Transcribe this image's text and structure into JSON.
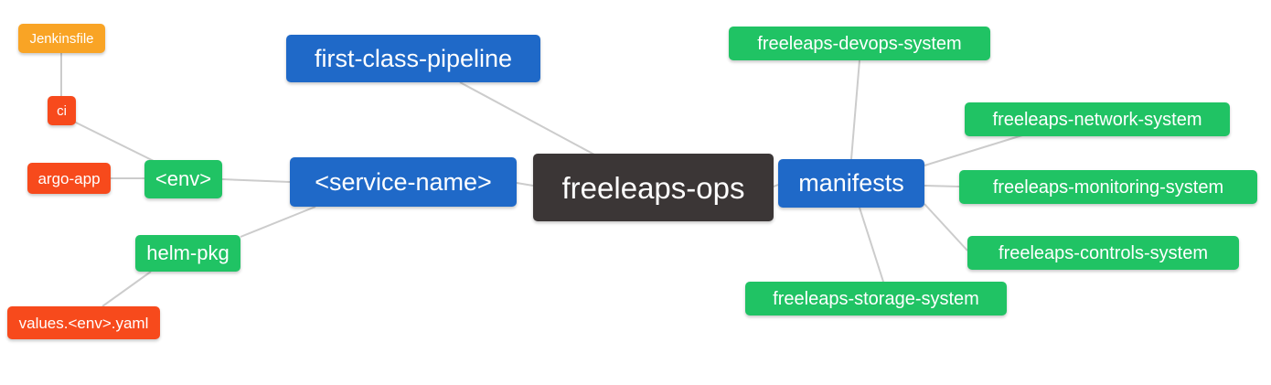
{
  "diagram": {
    "type": "mindmap",
    "background": "#ffffff",
    "edge_color": "#cccccc",
    "colors": {
      "blue": "#1F69C8",
      "green": "#20C364",
      "red": "#F74A1C",
      "amber": "#F9A425",
      "dark": "#3B3636",
      "text": "#ffffff"
    },
    "nodes": [
      {
        "id": "jenkinsfile",
        "label": "Jenkinsfile",
        "color": "amber"
      },
      {
        "id": "ci",
        "label": "ci",
        "color": "red"
      },
      {
        "id": "argo-app",
        "label": "argo-app",
        "color": "red"
      },
      {
        "id": "env",
        "label": "<env>",
        "color": "green"
      },
      {
        "id": "first-class-pipeline",
        "label": "first-class-pipeline",
        "color": "blue"
      },
      {
        "id": "service-name",
        "label": "<service-name>",
        "color": "blue"
      },
      {
        "id": "freeleaps-ops",
        "label": "freeleaps-ops",
        "color": "dark"
      },
      {
        "id": "manifests",
        "label": "manifests",
        "color": "blue"
      },
      {
        "id": "freeleaps-devops-system",
        "label": "freeleaps-devops-system",
        "color": "green"
      },
      {
        "id": "freeleaps-network-system",
        "label": "freeleaps-network-system",
        "color": "green"
      },
      {
        "id": "freeleaps-monitoring-system",
        "label": "freeleaps-monitoring-system",
        "color": "green"
      },
      {
        "id": "freeleaps-controls-system",
        "label": "freeleaps-controls-system",
        "color": "green"
      },
      {
        "id": "freeleaps-storage-system",
        "label": "freeleaps-storage-system",
        "color": "green"
      },
      {
        "id": "helm-pkg",
        "label": "helm-pkg",
        "color": "green"
      },
      {
        "id": "values-env-yaml",
        "label": "values.<env>.yaml",
        "color": "red"
      }
    ],
    "edges": [
      {
        "from": "jenkinsfile",
        "to": "ci"
      },
      {
        "from": "ci",
        "to": "env"
      },
      {
        "from": "argo-app",
        "to": "env"
      },
      {
        "from": "env",
        "to": "service-name"
      },
      {
        "from": "first-class-pipeline",
        "to": "freeleaps-ops"
      },
      {
        "from": "service-name",
        "to": "freeleaps-ops"
      },
      {
        "from": "helm-pkg",
        "to": "service-name"
      },
      {
        "from": "values-env-yaml",
        "to": "helm-pkg"
      },
      {
        "from": "freeleaps-ops",
        "to": "manifests"
      },
      {
        "from": "manifests",
        "to": "freeleaps-devops-system"
      },
      {
        "from": "manifests",
        "to": "freeleaps-network-system"
      },
      {
        "from": "manifests",
        "to": "freeleaps-monitoring-system"
      },
      {
        "from": "manifests",
        "to": "freeleaps-controls-system"
      },
      {
        "from": "manifests",
        "to": "freeleaps-storage-system"
      }
    ]
  }
}
